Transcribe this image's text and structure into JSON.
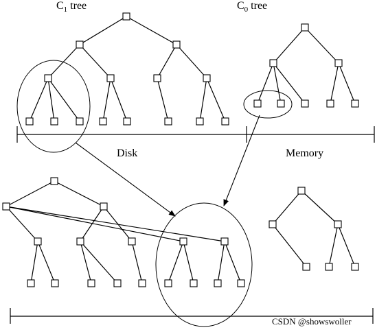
{
  "labels": {
    "c1_tree": {
      "letter": "C",
      "subscript": "1",
      "suffix": " tree"
    },
    "c0_tree": {
      "letter": "C",
      "subscript": "0",
      "suffix": " tree"
    },
    "disk": "Disk",
    "memory": "Memory"
  },
  "watermark": "CSDN @showswoller",
  "colors": {
    "line": "#000000",
    "node_fill": "#ffffff",
    "watermark": "#9a9a9a"
  }
}
